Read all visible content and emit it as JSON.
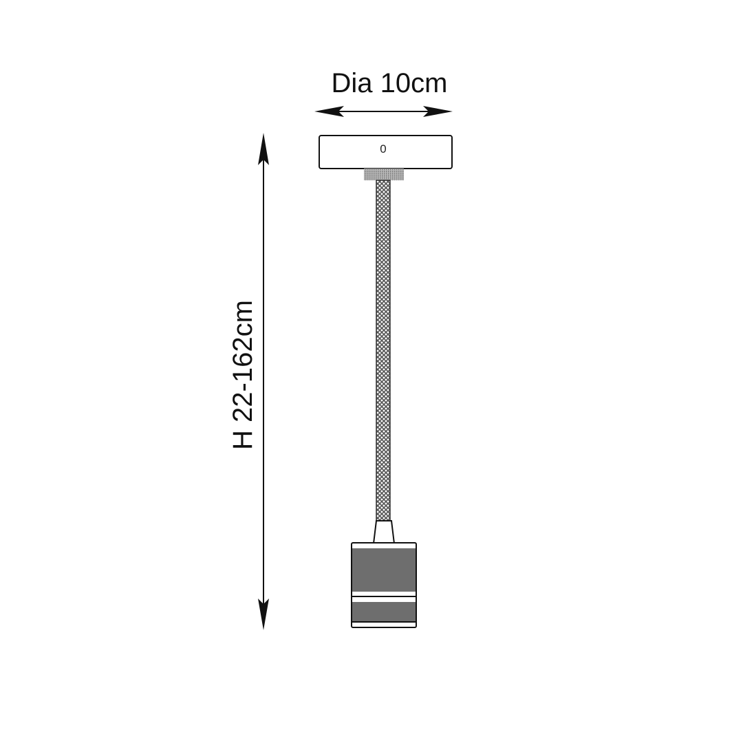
{
  "dimensions": {
    "diameter_label": "Dia 10cm",
    "height_label": "H 22-162cm"
  },
  "drawing": {
    "canopy_marking": "0",
    "colors": {
      "line": "#111111",
      "metal": "#6e6e6e",
      "cable": "#9a9a9a"
    }
  }
}
